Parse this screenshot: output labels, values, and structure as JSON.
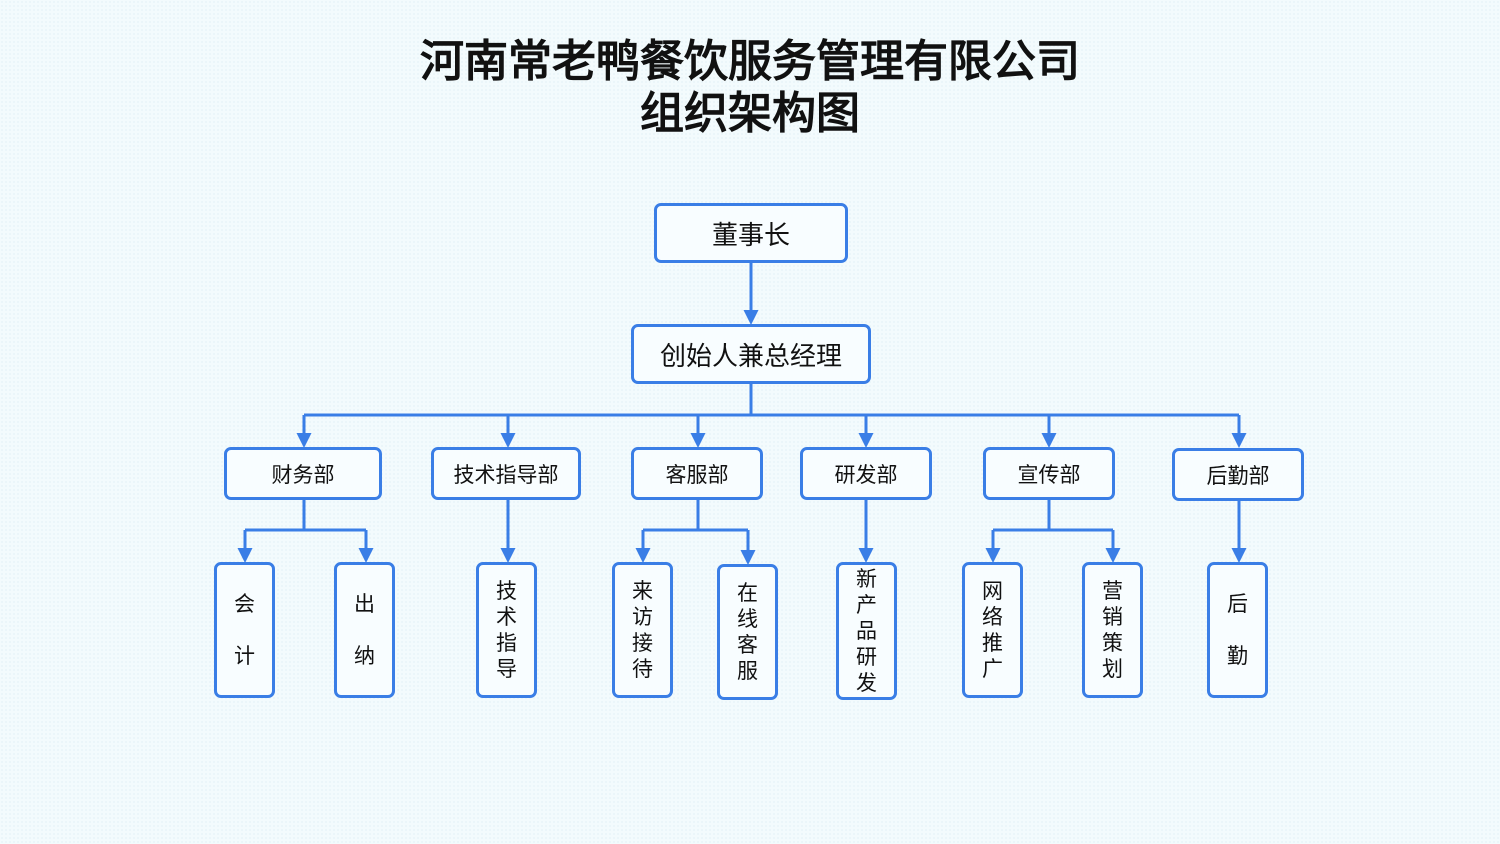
{
  "title": {
    "line1": "河南常老鸭餐饮服务管理有限公司",
    "line2": "组织架构图"
  },
  "colors": {
    "line": "#3a7ee6",
    "box_border": "#3a7ee6"
  },
  "org": {
    "chairman": "董事长",
    "founder_gm": "创始人兼总经理",
    "departments": [
      {
        "name": "财务部",
        "units": [
          "会计",
          "出纳"
        ]
      },
      {
        "name": "技术指导部",
        "units": [
          "技术指导"
        ]
      },
      {
        "name": "客服部",
        "units": [
          "来访接待",
          "在线客服"
        ]
      },
      {
        "name": "研发部",
        "units": [
          "新产品研发"
        ]
      },
      {
        "name": "宣传部",
        "units": [
          "网络推广",
          "营销策划"
        ]
      },
      {
        "name": "后勤部",
        "units": [
          "后勤"
        ]
      }
    ]
  }
}
